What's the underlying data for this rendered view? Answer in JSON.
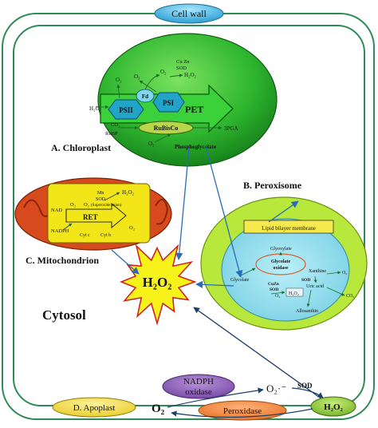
{
  "labels": {
    "cell_wall": "Cell wall",
    "chloroplast": "A. Chloroplast",
    "peroxisome": "B. Peroxisome",
    "mitochondrion": "C. Mitochondrion",
    "apoplast": "D. Apoplast",
    "cytosol": "Cytosol",
    "h2o2_center": "H₂O₂",
    "h2o2_apoplast": "H₂O₂",
    "nadph_oxidase": [
      "NADPH",
      "oxidase"
    ],
    "peroxidase": "Peroxidase",
    "o2_apoplast": "O₂",
    "superoxide_apoplast": "O₂·⁻",
    "sod_apoplast": "SOD"
  },
  "chloroplast": {
    "psii": "PSII",
    "psi": "PSI",
    "fd": "Fd",
    "pet": "PET",
    "rubisco": "RuBisCo",
    "h2o": "H₂O",
    "o2_a": "O₂",
    "o2_b": "O₂",
    "o2_c": "O₂",
    "h2o2": "H₂O₂",
    "cuzn": "Cu Zn",
    "sod": "SOD",
    "co2": "CO₂",
    "rubp": "RuBP",
    "pga": "3PGA",
    "o2_d": "O₂",
    "phosphoglycolate": "Phosphoglycolate"
  },
  "mitochondrion": {
    "mn": "Mn",
    "sod": "SOD",
    "h2o2": "H₂O₂",
    "o2_a": "O₂",
    "o2_b": "O₂",
    "superoxide_anion": "(Superoxide anion)",
    "nad": "NAD",
    "nadph": "NADPH",
    "ret": "RET",
    "cytc": "Cyt c",
    "cytb": "Cyt b",
    "o2_c": "O₂"
  },
  "peroxisome": {
    "membrane": "Lipid bilayer membrane",
    "glyoxylate": "Glyoxylate",
    "glycolate_oxidase": [
      "Glycolate",
      "oxidase"
    ],
    "glycolate": "Glycolate",
    "xanthine": "Xanthine",
    "cuzn_sod": [
      "CuZn",
      "SOD"
    ],
    "o2": "O₂",
    "h2o2": "H₂O₂",
    "sod": "SOD",
    "uric_acid": "Uric acid",
    "allosanthin": "Allosanthin",
    "o2_edge": "O₂",
    "co2_edge": "CO₂"
  },
  "colors": {
    "cell_wall_line": "#2e8b57",
    "chloroplast": "#2fb52f",
    "pet_arrow": "#3ad13a",
    "peroxisome_outer": "#b7e83b",
    "peroxisome_inner": "#9fe0ee",
    "mitochondrion": "#d64a1e",
    "mito_inner": "#f2e619",
    "h2o2_star": "#f6f21a",
    "star_outline": "#d11a1a",
    "arrow": "#2a6ab8",
    "label_blue": "#3bb4e6",
    "label_purple": "#8e5bb8",
    "label_orange": "#f08a3c",
    "label_yellow": "#f4e14a",
    "label_green": "#8cc63f"
  }
}
